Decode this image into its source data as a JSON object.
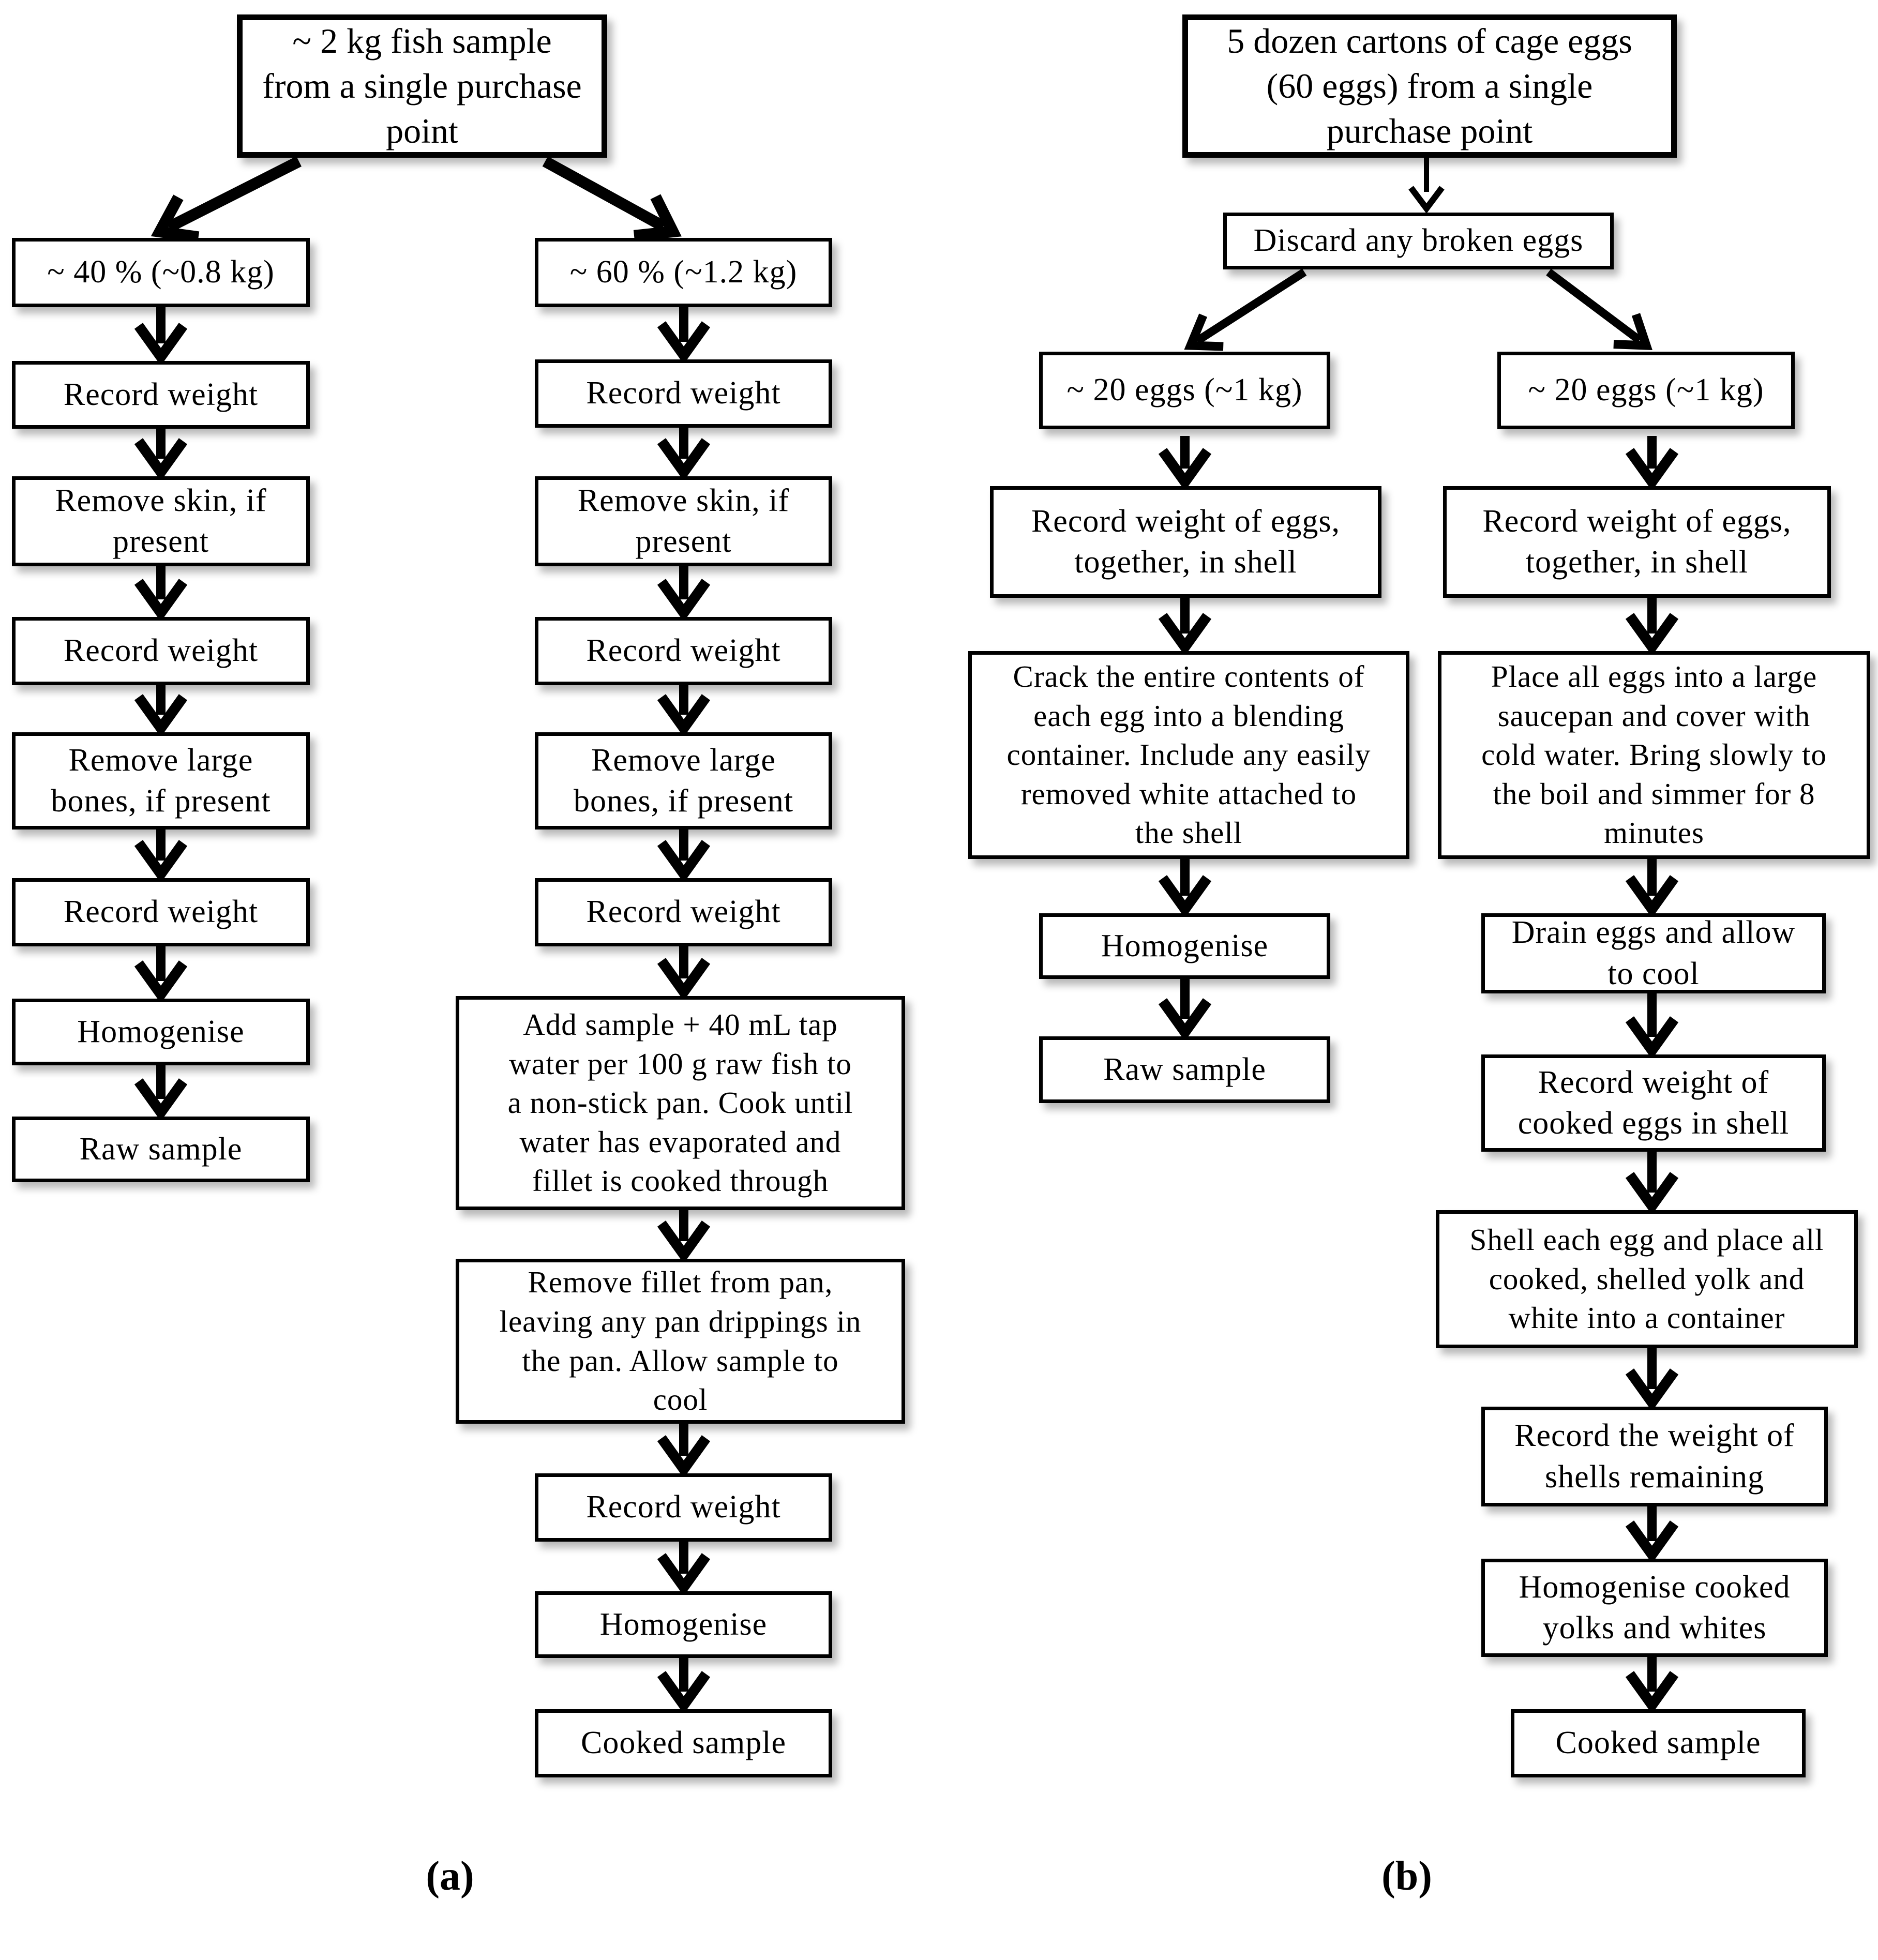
{
  "figure": {
    "panel_a_label": "(a)",
    "panel_b_label": "(b)"
  },
  "style": {
    "ink": "#000000",
    "box_fill": "#ffffff",
    "shadow": "rgba(0,0,0,0.28)",
    "background": "#ffffff"
  },
  "a": {
    "top": "~ 2 kg fish sample\nfrom a single purchase\npoint",
    "left": [
      "~ 40 % (~0.8 kg)",
      "Record weight",
      "Remove skin, if\npresent",
      "Record weight",
      "Remove large\nbones, if present",
      "Record weight",
      "Homogenise",
      "Raw sample"
    ],
    "right": [
      "~ 60 % (~1.2 kg)",
      "Record weight",
      "Remove skin, if\npresent",
      "Record weight",
      "Remove large\nbones, if present",
      "Record weight",
      "Add sample + 40 mL tap\nwater per 100 g raw fish to\na non-stick pan. Cook until\nwater has evaporated and\nfillet is cooked through",
      "Remove fillet from pan,\nleaving any pan drippings in\nthe pan. Allow sample to\ncool",
      "Record weight",
      "Homogenise",
      "Cooked sample"
    ]
  },
  "b": {
    "top": "5 dozen cartons of cage eggs\n(60 eggs) from a single\npurchase point",
    "discard": "Discard any broken eggs",
    "left": [
      "~ 20 eggs (~1 kg)",
      "Record weight of eggs,\ntogether, in shell",
      "Crack the entire contents of\neach egg into a blending\ncontainer. Include any easily\nremoved white attached to\nthe shell",
      "Homogenise",
      "Raw sample"
    ],
    "right": [
      "~ 20 eggs (~1 kg)",
      "Record weight of eggs,\ntogether, in shell",
      "Place all eggs into a large\nsaucepan and cover with\ncold water. Bring slowly to\nthe boil and simmer for 8\nminutes",
      "Drain eggs and allow\nto cool",
      "Record weight of\ncooked eggs in shell",
      "Shell each egg and place all\ncooked, shelled yolk and\nwhite into a container",
      "Record the weight of\nshells remaining",
      "Homogenise cooked\nyolks and whites",
      "Cooked sample"
    ]
  }
}
